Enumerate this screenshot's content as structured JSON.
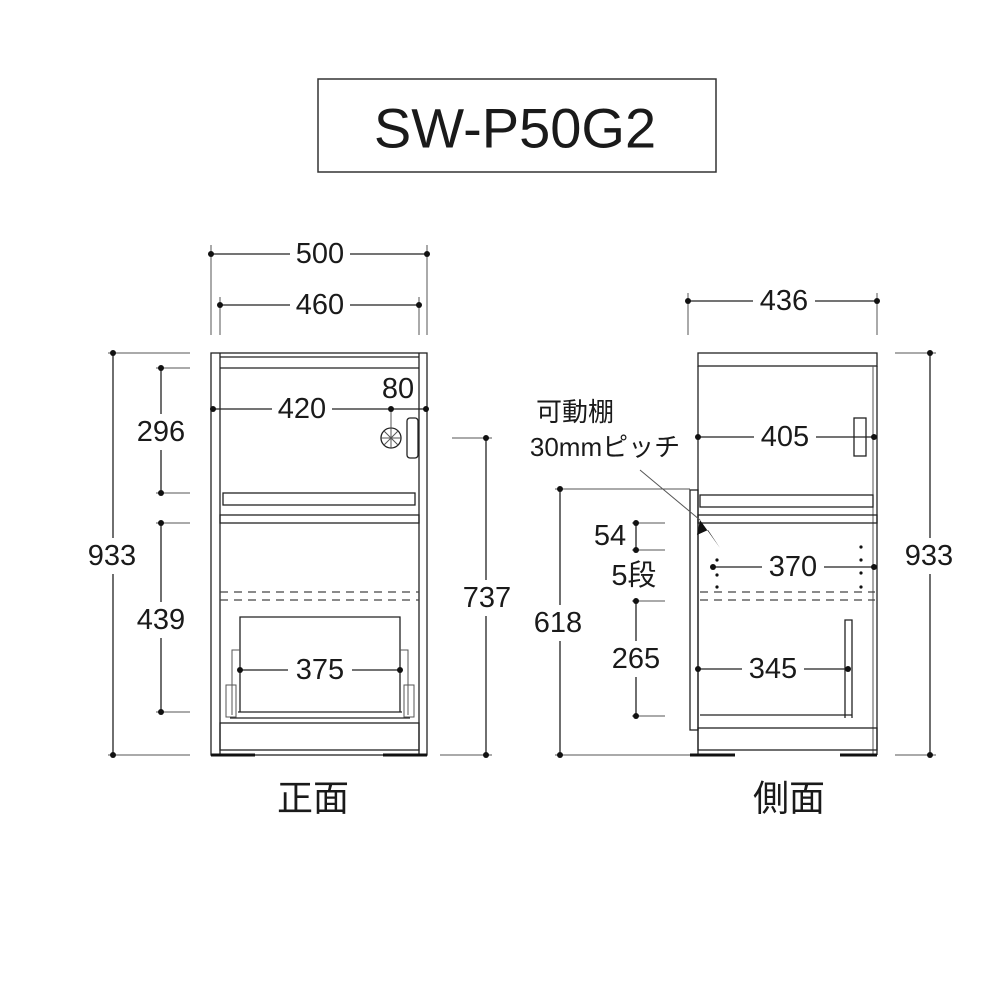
{
  "title": "SW-P50G2",
  "front": {
    "label": "正面",
    "dims": {
      "width_outer": "500",
      "width_inner": "460",
      "interior": "420",
      "offset": "80",
      "upper_height": "296",
      "lower_height": "439",
      "total_height": "933",
      "counter_height": "737",
      "basket_width": "375"
    }
  },
  "side": {
    "label": "側面",
    "dims": {
      "depth": "436",
      "total_height": "933",
      "upper_depth": "405",
      "lower_height": "618",
      "pitch_top": "54",
      "steps": "5段",
      "bottom": "265",
      "shelf_depth": "370",
      "basket_depth": "345"
    },
    "note_line1": "可動棚",
    "note_line2": "30mmピッチ"
  }
}
